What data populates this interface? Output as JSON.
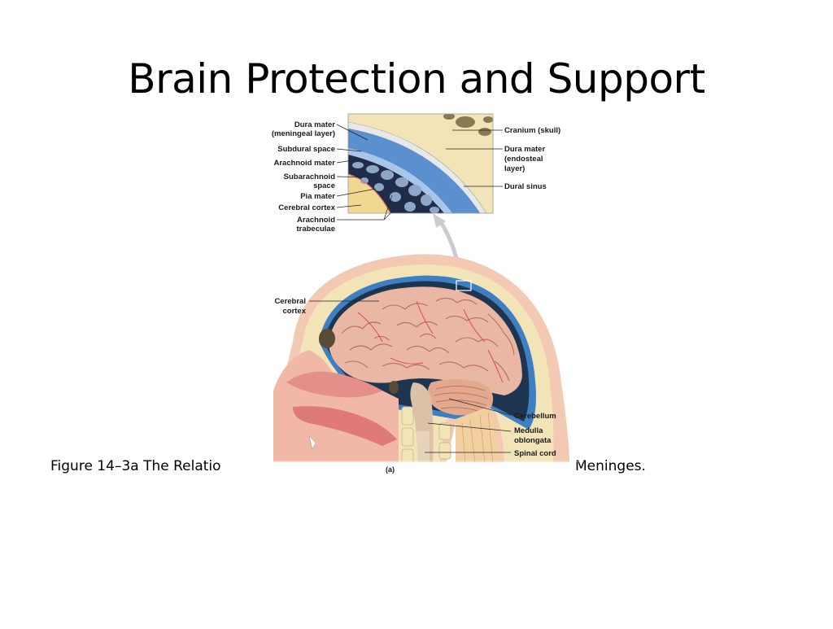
{
  "slide": {
    "title": "Brain Protection and Support",
    "caption_left": "Figure 14–3a The Relatio",
    "caption_right": "Meninges."
  },
  "inset_labels_left": [
    "Dura mater",
    "(meningeal layer)",
    "Subdural space",
    "Arachnoid mater",
    "Subarachnoid",
    "space",
    "Pia mater",
    "Cerebral cortex",
    "Arachnoid",
    "trabeculae"
  ],
  "inset_labels_right": [
    "Cranium (skull)",
    "Dura mater",
    "(endosteal",
    "layer)",
    "Dural sinus"
  ],
  "main_labels": {
    "cerebral_cortex": [
      "Cerebral",
      "cortex"
    ],
    "cerebellum": "Cerebellum",
    "medulla": [
      "Medulla",
      "oblongata"
    ],
    "spinal_cord": "Spinal cord",
    "panel": "(a)"
  },
  "colors": {
    "skull": "#f3e4b8",
    "dura_blue": "#5a8fd0",
    "brain_pink": "#e9b7a4",
    "sulci": "#b86d5a",
    "trabeculae": "#1f2d4a",
    "cortex_yellow": "#f1d890"
  }
}
